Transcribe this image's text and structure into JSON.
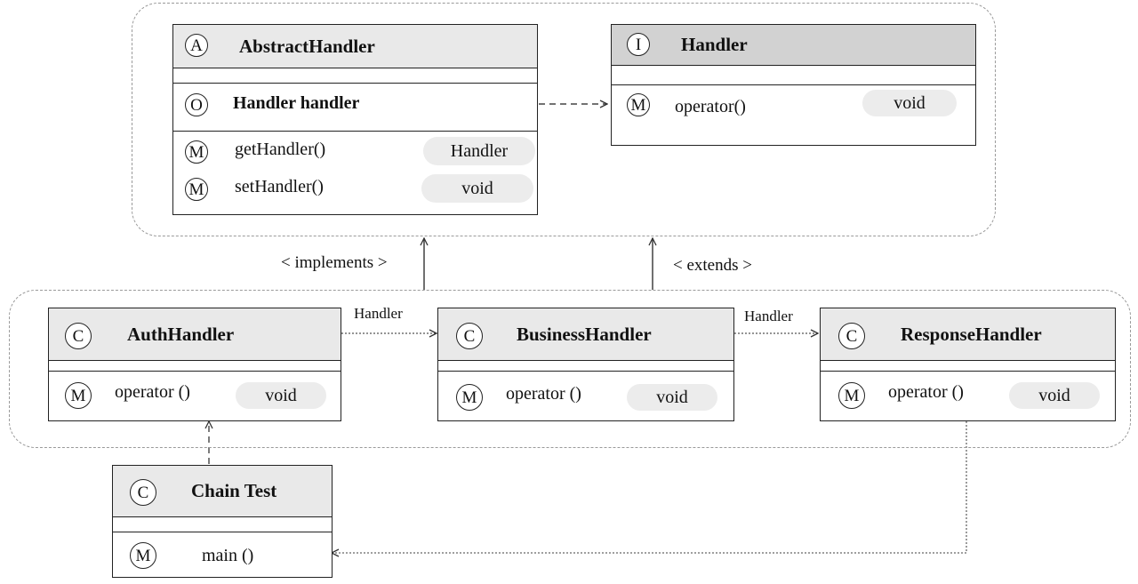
{
  "top_group": {
    "abstract_handler": {
      "stereotype": "A",
      "name": "AbstractHandler",
      "field": {
        "badge": "O",
        "text": "Handler handler"
      },
      "methods": [
        {
          "badge": "M",
          "name": "getHandler()",
          "type": "Handler"
        },
        {
          "badge": "M",
          "name": "setHandler()",
          "type": "void"
        }
      ]
    },
    "handler_interface": {
      "stereotype": "I",
      "name": "Handler",
      "methods": [
        {
          "badge": "M",
          "name": "operator()",
          "type": "void"
        }
      ]
    }
  },
  "middle_group": {
    "auth_handler": {
      "stereotype": "C",
      "name": "AuthHandler",
      "methods": [
        {
          "badge": "M",
          "name": "operator ()",
          "type": "void"
        }
      ]
    },
    "business_handler": {
      "stereotype": "C",
      "name": "BusinessHandler",
      "methods": [
        {
          "badge": "M",
          "name": "operator ()",
          "type": "void"
        }
      ]
    },
    "response_handler": {
      "stereotype": "C",
      "name": "ResponseHandler",
      "methods": [
        {
          "badge": "M",
          "name": "operator ()",
          "type": "void"
        }
      ]
    }
  },
  "chain_test": {
    "stereotype": "C",
    "name": "Chain Test",
    "methods": [
      {
        "badge": "M",
        "name": "main ()"
      }
    ]
  },
  "relations": {
    "implements_label": "< implements >",
    "extends_label": "< extends >",
    "auth_to_business_label": "Handler",
    "business_to_response_label": "Handler"
  }
}
